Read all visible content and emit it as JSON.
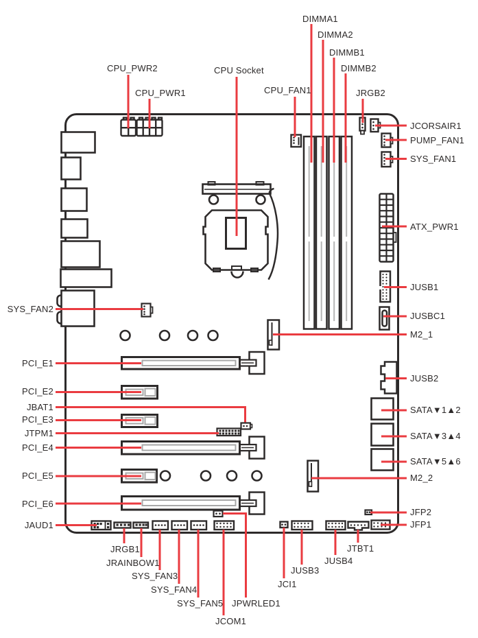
{
  "diagram": {
    "type": "motherboard-connector-overview",
    "colors": {
      "callout_red": "#ea3b40",
      "ink": "#2d2a2a",
      "slot_gray": "#a8a8a8"
    }
  },
  "labels": {
    "dimma1": "DIMMA1",
    "dimma2": "DIMMA2",
    "dimmb1": "DIMMB1",
    "dimmb2": "DIMMB2",
    "cpu_pwr2": "CPU_PWR2",
    "cpu_pwr1": "CPU_PWR1",
    "cpu_socket": "CPU Socket",
    "cpu_fan1": "CPU_FAN1",
    "jrgb2": "JRGB2",
    "jcorsair1": "JCORSAIR1",
    "pump_fan1": "PUMP_FAN1",
    "sys_fan1": "SYS_FAN1",
    "atx_pwr1": "ATX_PWR1",
    "jusb1": "JUSB1",
    "jusbc1": "JUSBC1",
    "m2_1": "M2_1",
    "jusb2": "JUSB2",
    "sata12": "SATA▼1▲2",
    "sata34": "SATA▼3▲4",
    "sata56": "SATA▼5▲6",
    "m2_2": "M2_2",
    "jfp2": "JFP2",
    "jfp1": "JFP1",
    "sys_fan2": "SYS_FAN2",
    "pci_e1": "PCI_E1",
    "pci_e2": "PCI_E2",
    "jbat1": "JBAT1",
    "pci_e3": "PCI_E3",
    "jtpm1": "JTPM1",
    "pci_e4": "PCI_E4",
    "pci_e5": "PCI_E5",
    "pci_e6": "PCI_E6",
    "jaud1": "JAUD1",
    "jrgb1": "JRGB1",
    "jrainbow1": "JRAINBOW1",
    "sys_fan3": "SYS_FAN3",
    "sys_fan4": "SYS_FAN4",
    "sys_fan5": "SYS_FAN5",
    "jpwrled1": "JPWRLED1",
    "jcom1": "JCOM1",
    "jci1": "JCI1",
    "jusb3": "JUSB3",
    "jusb4": "JUSB4",
    "jtbt1": "JTBT1"
  }
}
